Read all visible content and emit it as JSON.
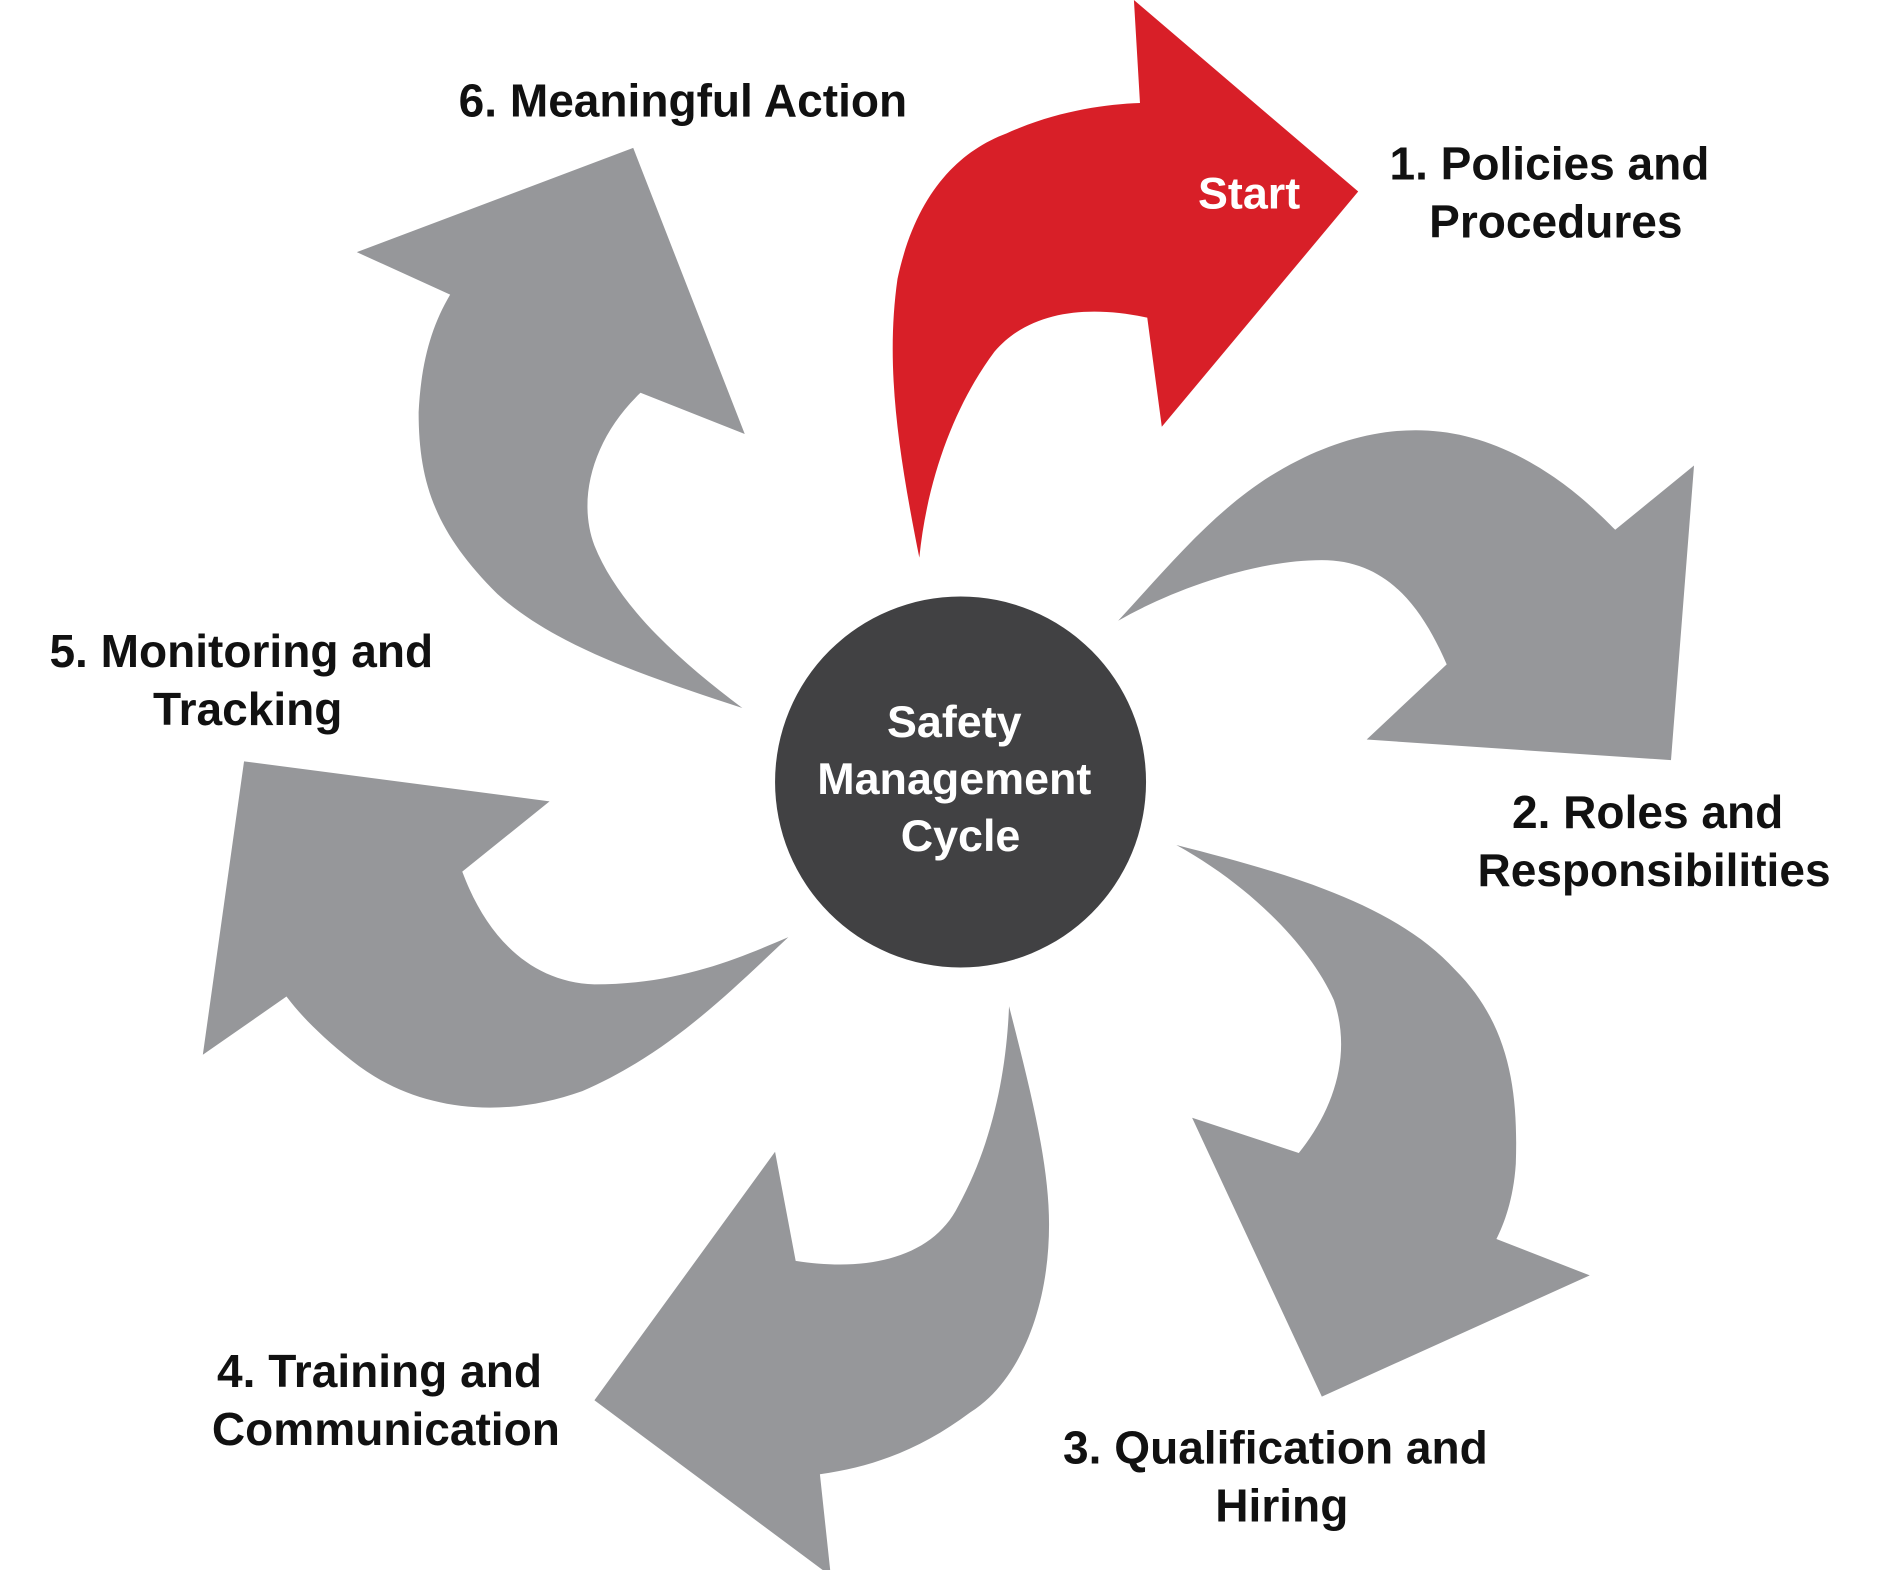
{
  "center": {
    "lines": [
      "Safety",
      "Management",
      "Cycle"
    ]
  },
  "start_label": "Start",
  "steps": [
    {
      "lines": [
        "1. Policies and",
        "Procedures"
      ]
    },
    {
      "lines": [
        "2. Roles and",
        "Responsibilities"
      ]
    },
    {
      "lines": [
        "3. Qualification and",
        "Hiring"
      ]
    },
    {
      "lines": [
        "4. Training and",
        "Communication"
      ]
    },
    {
      "lines": [
        "5. Monitoring and",
        "Tracking"
      ]
    },
    {
      "lines": [
        "6. Meaningful Action"
      ]
    }
  ],
  "colors": {
    "start_arrow": "#d81f28",
    "step_arrow": "#96979a",
    "center": "#414143"
  }
}
